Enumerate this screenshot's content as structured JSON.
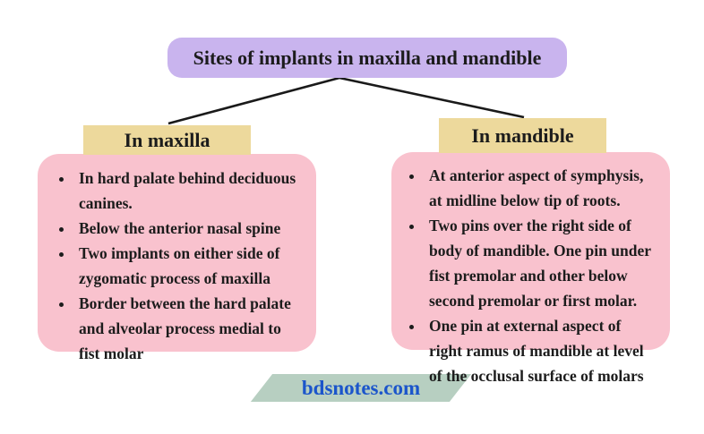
{
  "title": {
    "label": "Sites of implants in maxilla and mandible"
  },
  "maxilla": {
    "header": "In maxilla",
    "items": [
      "In hard palate behind deciduous canines.",
      "Below the anterior nasal spine",
      "Two implants on either side of zygomatic process of maxilla",
      "Border between the hard palate and alveolar process medial to fist molar"
    ]
  },
  "mandible": {
    "header": "In mandible",
    "items": [
      "At anterior aspect of symphysis, at midline below tip of roots.",
      "Two pins over the right side of body of mandible. One pin under fist premolar and other below second premolar or first molar.",
      "One pin at external aspect of right ramus of mandible at level of the occlusal surface of molars"
    ]
  },
  "watermark": {
    "label": "bdsnotes.com"
  },
  "colors": {
    "title_box_bg": "#c9b4ee",
    "branch_header_bg": "#edd99c",
    "content_box_bg": "#f9c2ce",
    "watermark_bg": "#b7cfc1",
    "watermark_text": "#1b55cb",
    "text": "#1c1c1c",
    "connector_line": "#1a1a1a",
    "background": "#ffffff"
  }
}
